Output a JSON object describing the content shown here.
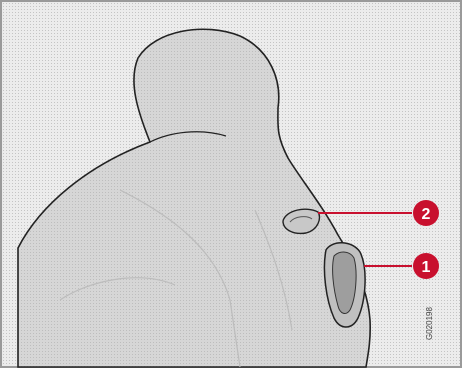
{
  "figure": {
    "callouts": [
      {
        "id": 1,
        "label": "1"
      },
      {
        "id": 2,
        "label": "2"
      }
    ],
    "image_code": "G020198",
    "colors": {
      "background": "#e6e6e6",
      "seat_fill": "#d2d2d2",
      "outline": "#222222",
      "callout_fill": "#c8102e",
      "callout_text": "#ffffff",
      "frame_border": "#9a9a9a"
    }
  }
}
